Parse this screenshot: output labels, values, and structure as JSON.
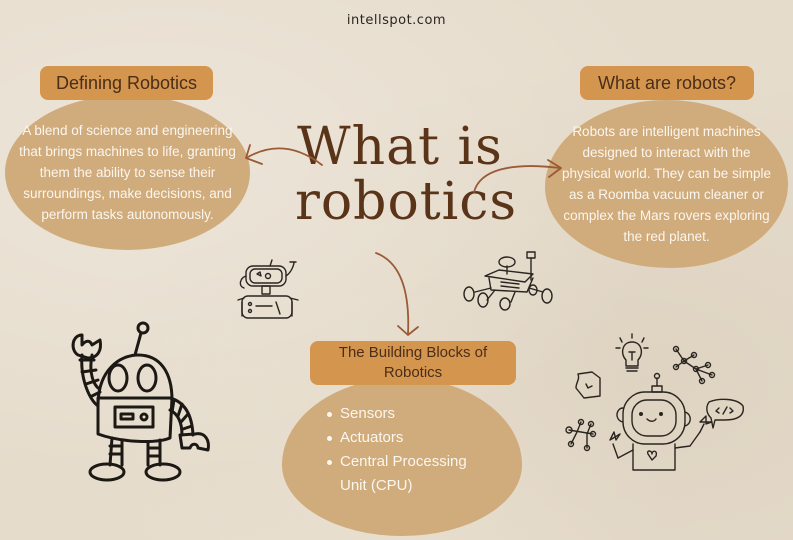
{
  "header": {
    "site": "intellspot.com"
  },
  "title": {
    "line1": "What is",
    "line2": "robotics"
  },
  "defining": {
    "heading": "Defining Robotics",
    "body": "A blend of science and engineering that brings machines to life, granting them the ability to sense their surroundings, make decisions, and perform tasks autonomously."
  },
  "what_are": {
    "heading": "What are robots?",
    "body": "Robots are intelligent machines designed to interact with the physical world. They can be simple as a Roomba vacuum cleaner or complex the Mars rovers exploring the red planet."
  },
  "building_blocks": {
    "heading": "The Building Blocks of Robotics",
    "items": [
      "Sensors",
      "Actuators",
      "Central Processing Unit (CPU)"
    ]
  },
  "colors": {
    "background": "#e6dccc",
    "tag": "#d4954f",
    "blob": "#d0ab7c",
    "title": "#5a3419",
    "arrow": "#9a5a36"
  },
  "icons": [
    "waving-robot-icon",
    "tracked-robot-icon",
    "mars-rover-icon",
    "happy-robot-icon",
    "lightbulb-icon",
    "network-icon",
    "shield-check-icon",
    "code-bubble-icon"
  ]
}
